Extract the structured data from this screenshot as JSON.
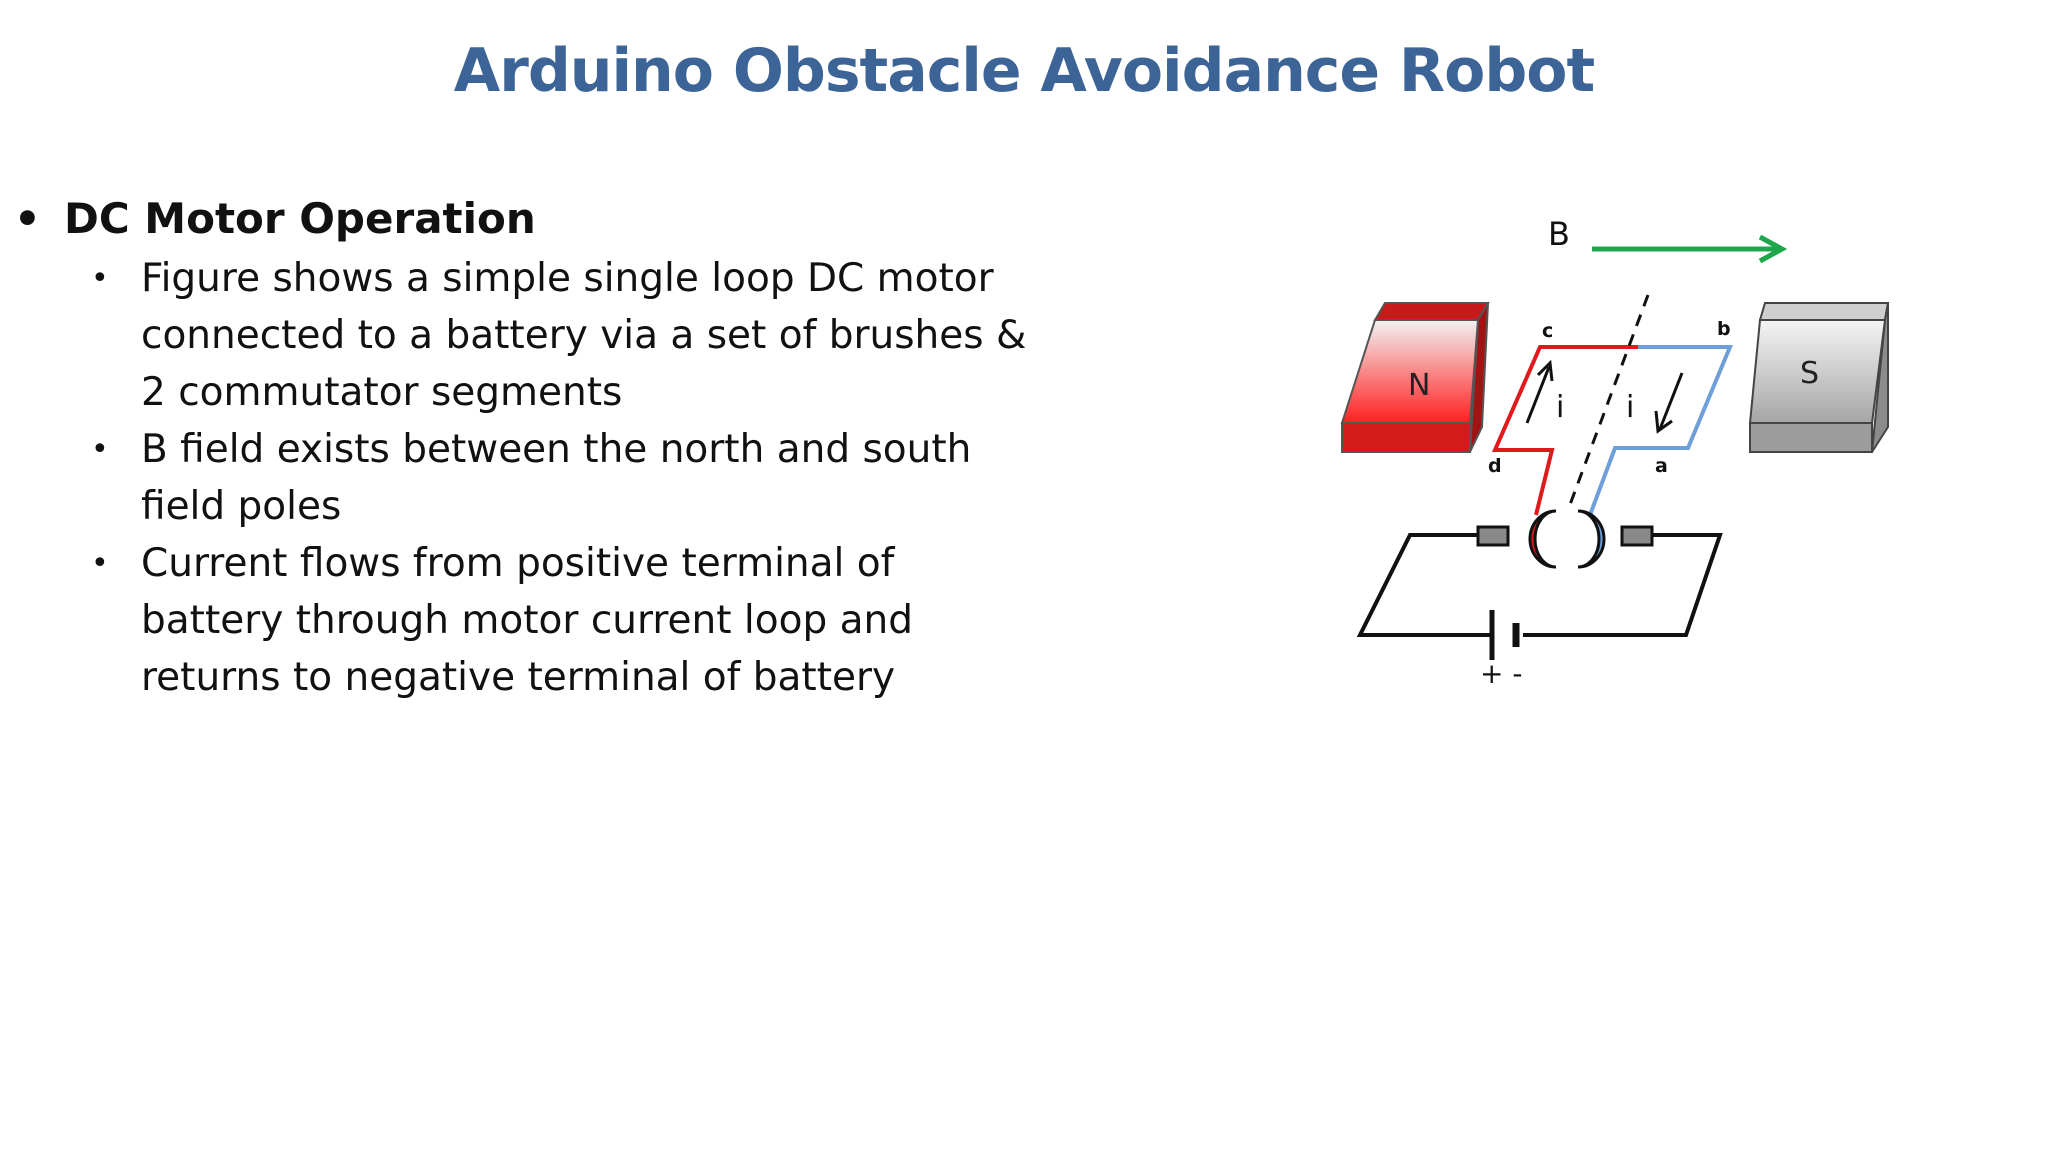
{
  "slide": {
    "title": "Arduino Obstacle Avoidance Robot",
    "heading_bullet": "•",
    "heading": "DC Motor Operation",
    "sub_bullet": "•",
    "points": [
      "Figure shows a simple single loop DC motor connected to a battery via a set of brushes & 2 commutator segments",
      "B field exists between the north and south field poles",
      "Current flows from positive terminal of battery through motor current loop and returns to negative terminal of battery"
    ]
  },
  "figure": {
    "field_label": "B",
    "north_label": "N",
    "south_label": "S",
    "corner_labels": {
      "a": "a",
      "b": "b",
      "c": "c",
      "d": "d"
    },
    "current_label": "i",
    "battery_polarity": "+ -",
    "colors": {
      "field_arrow": "#1fa64b",
      "north_pole": "#e8262a",
      "south_pole": "#a0a0a0",
      "loop_red": "#e0191c",
      "loop_blue": "#6f9fd8",
      "wire": "#111111",
      "title": "#3c6496"
    }
  }
}
